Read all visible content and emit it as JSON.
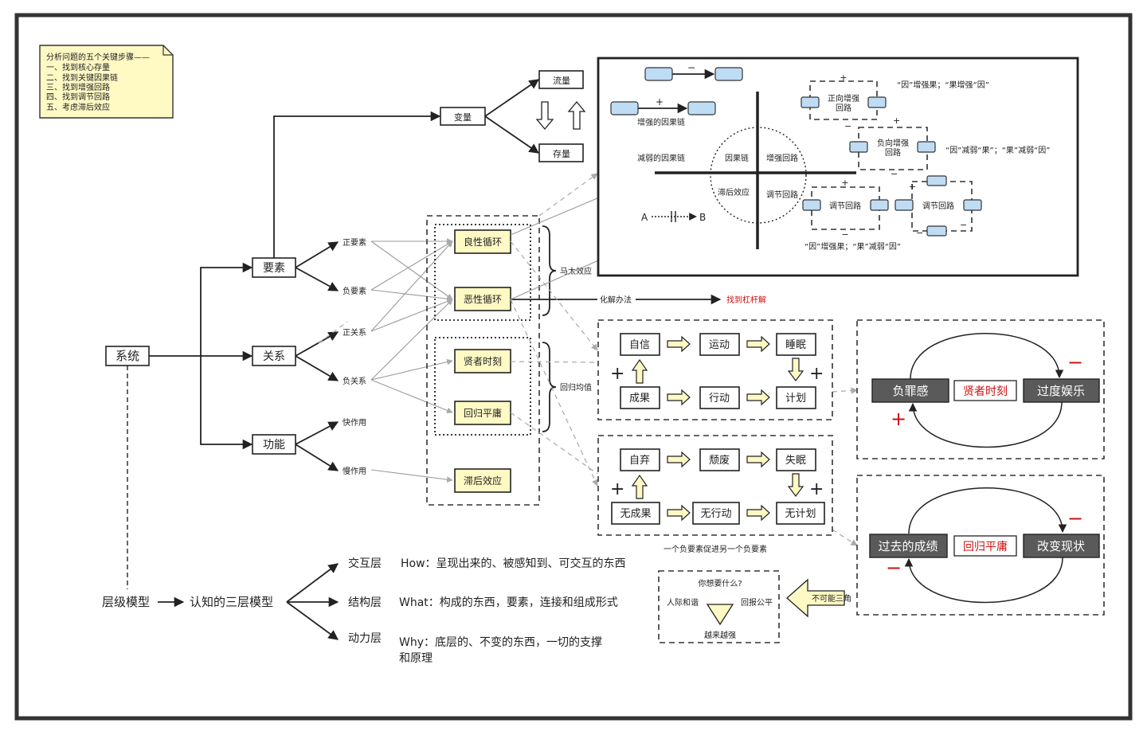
{
  "note": {
    "title": "分析问题的五个关键步骤——",
    "items": [
      "一、找到核心存量",
      "二、找到关键因果链",
      "三、找到增强回路",
      "四、找到调节回路",
      "五、考虑滞后效应"
    ]
  },
  "tree": {
    "root": "系统",
    "level1": [
      "要素",
      "关系",
      "功能"
    ],
    "element_children": [
      "正要素",
      "负要素"
    ],
    "relation_children": [
      "正关系",
      "负关系"
    ],
    "function_children": [
      "快作用",
      "慢作用"
    ],
    "variable": "变量",
    "flow": "流量",
    "stock": "存量"
  },
  "cycles": {
    "good": "良性循环",
    "bad": "恶性循环",
    "wise": "贤者时刻",
    "mediocre": "回归平庸",
    "delay": "滞后效应",
    "matthew": "马太效应",
    "regression": "回归均值",
    "resolve": "化解办法",
    "leverage": "找到杠杆解"
  },
  "causal_panel": {
    "strengthen_chain": "增强的因果链",
    "weaken_chain": "减弱的因果链",
    "quad_causal": "因果链",
    "quad_reinforce": "增强回路",
    "quad_delay": "滞后效应",
    "quad_balance": "调节回路",
    "pos_loop": "正向增强\n回路",
    "neg_loop": "负向增强\n回路",
    "balance1": "调节回路",
    "balance2": "调节回路",
    "desc1": "“因”增强果；“果增强“因”",
    "desc2": "“因”减弱“果”；“果”减弱“因”",
    "desc3": "“因”增强果；“果”减弱“因”",
    "a_label": "A",
    "b_label": "B",
    "plus": "+",
    "minus": "−"
  },
  "good_flow": {
    "top": [
      "自信",
      "运动",
      "睡眠"
    ],
    "bottom": [
      "成果",
      "行动",
      "计划"
    ]
  },
  "bad_flow": {
    "top": [
      "自弃",
      "颓废",
      "失眠"
    ],
    "bottom": [
      "无成果",
      "无行动",
      "无计划"
    ],
    "caption": "一个负要素促进另一个负要素"
  },
  "loop1": {
    "left": "负罪感",
    "center": "贤者时刻",
    "right": "过度娱乐"
  },
  "loop2": {
    "left": "过去的成绩",
    "center": "回归平庸",
    "right": "改变现状"
  },
  "triangle": {
    "question": "你想要什么?",
    "left": "人际和谐",
    "right": "回报公平",
    "bottom": "越来越强",
    "tag": "不可能三角"
  },
  "model": {
    "hierarchy": "层级模型",
    "three_layer": "认知的三层模型",
    "layers": [
      {
        "name": "交互层",
        "desc": "How：呈现出来的、被感知到、可交互的东西"
      },
      {
        "name": "结构层",
        "desc": "What：构成的东西，要素，连接和组成形式"
      },
      {
        "name": "动力层",
        "desc": "Why：底层的、不变的东西，一切的支撑",
        "desc2": "和原理"
      }
    ]
  },
  "colors": {
    "red": "#cc1111",
    "yellow": "#fff9c4",
    "blue": "#bfdcf5",
    "dark": "#5a5a5a"
  }
}
